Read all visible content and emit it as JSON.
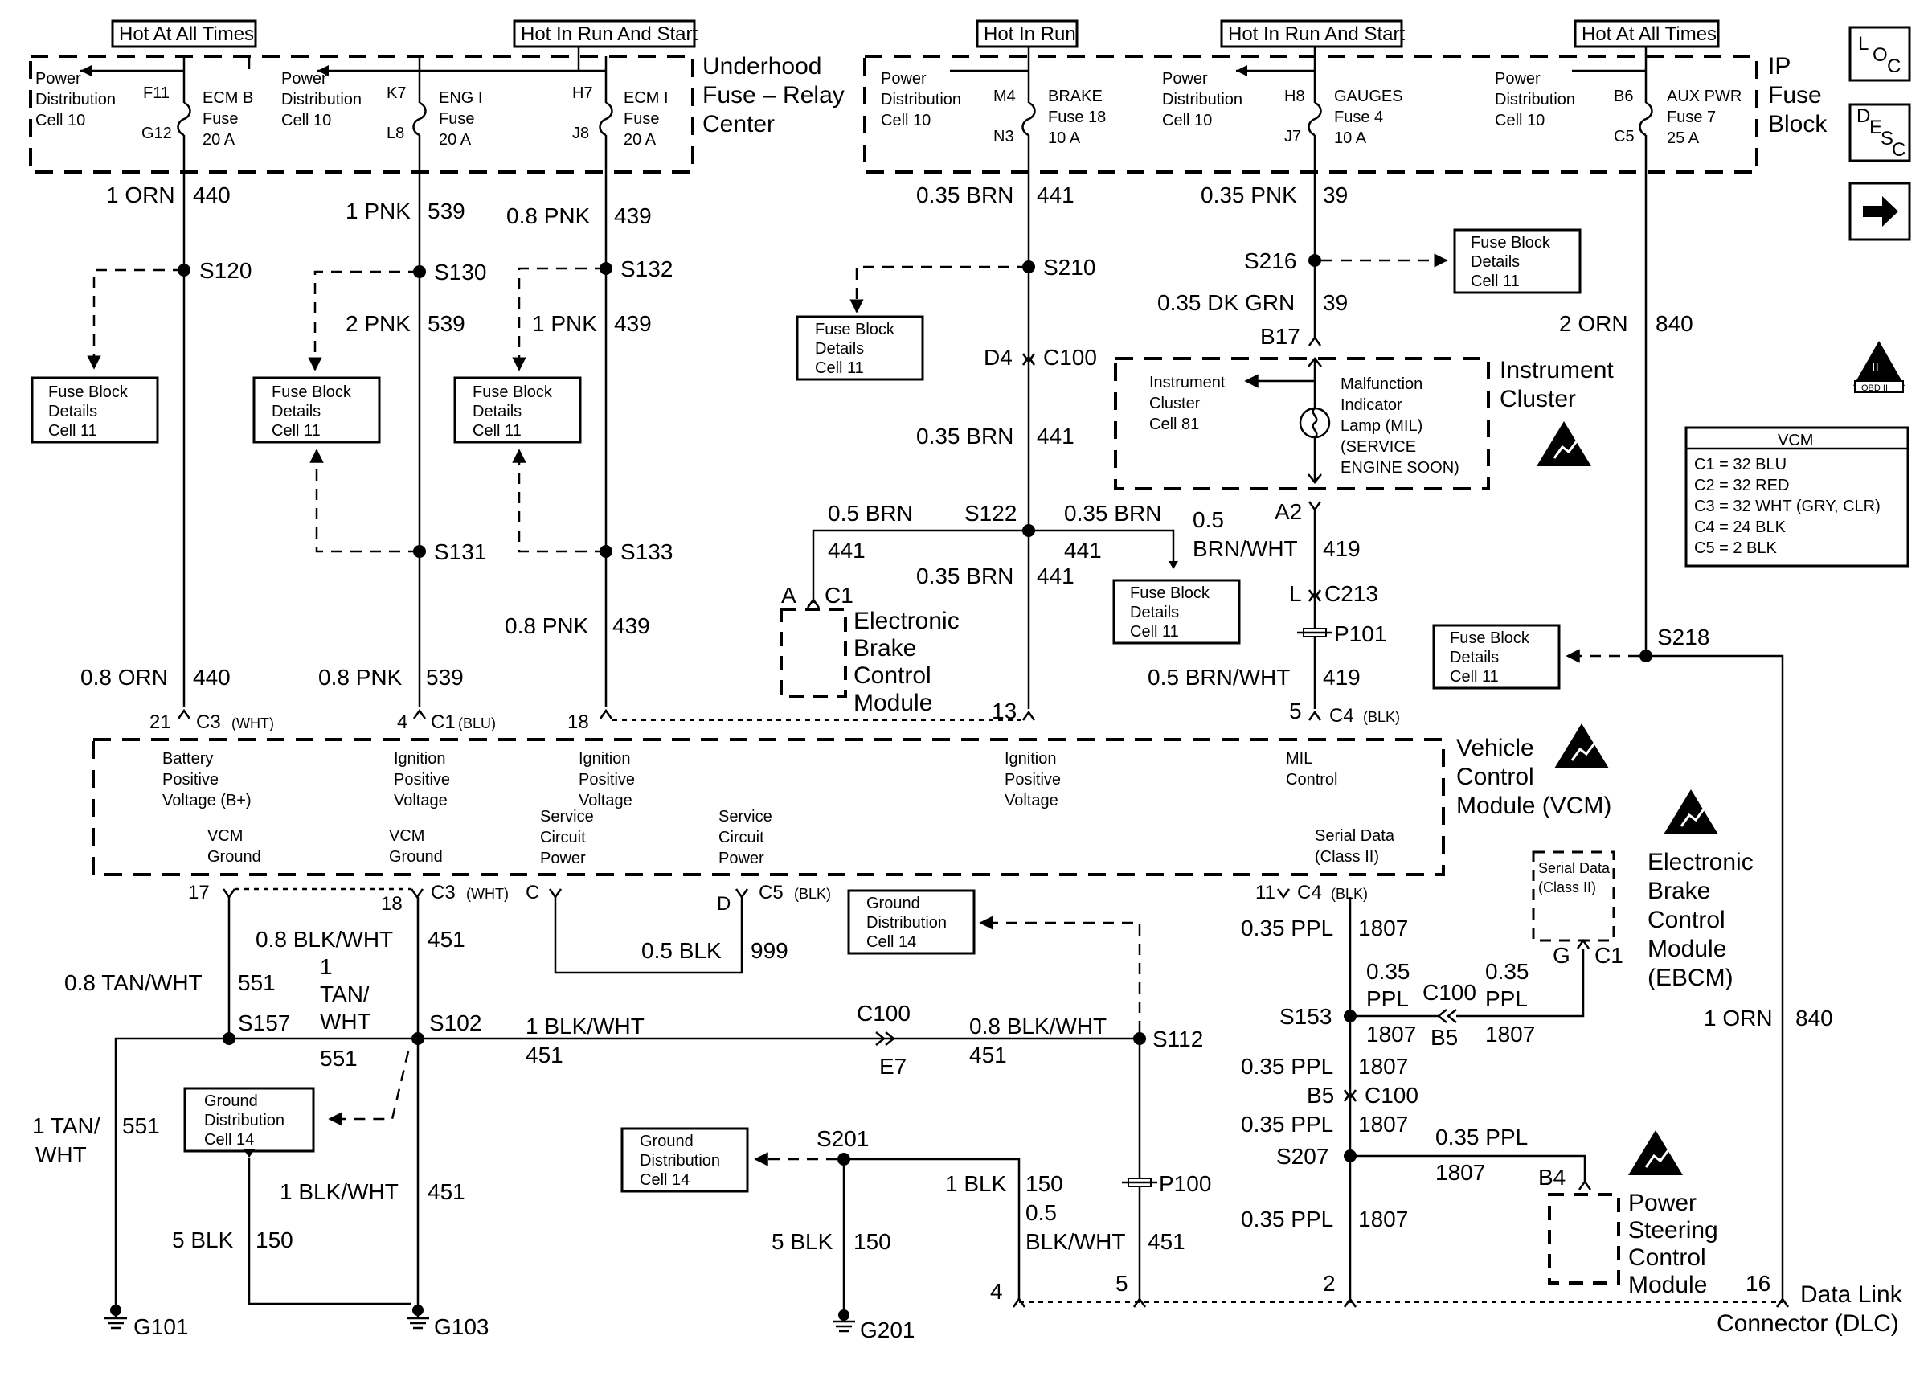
{
  "sources": {
    "hot_all_left": "Hot At All Times",
    "hot_run_start_left": "Hot In Run And Start",
    "hot_run": "Hot In Run",
    "hot_run_start_right": "Hot In Run And Start",
    "hot_all_right": "Hot At All Times"
  },
  "underhood": {
    "title_1": "Underhood",
    "title_2": "Fuse – Relay",
    "title_3": "Center",
    "pd_1": "Power",
    "pd_2": "Distribution",
    "pd_3": "Cell 10",
    "fuse1": {
      "top": "F11",
      "bottom": "G12",
      "name": "ECM B",
      "kind": "Fuse",
      "amps": "20 A"
    },
    "fuse2": {
      "top": "K7",
      "bottom": "L8",
      "name": "ENG I",
      "kind": "Fuse",
      "amps": "20 A"
    },
    "fuse3": {
      "top": "H7",
      "bottom": "J8",
      "name": "ECM I",
      "kind": "Fuse",
      "amps": "20 A"
    }
  },
  "ip_block": {
    "title_1": "IP",
    "title_2": "Fuse",
    "title_3": "Block",
    "fuse1": {
      "top": "M4",
      "bottom": "N3",
      "name": "BRAKE",
      "kind": "Fuse 18",
      "amps": "10 A"
    },
    "fuse2": {
      "top": "H8",
      "bottom": "J7",
      "name": "GAUGES",
      "kind": "Fuse 4",
      "amps": "10 A"
    },
    "fuse3": {
      "top": "B6",
      "bottom": "C5",
      "name": "AUX PWR",
      "kind": "Fuse 7",
      "amps": "25 A"
    }
  },
  "wires": {
    "w1": "1 ORN",
    "c440": "440",
    "w2": "1 PNK",
    "c539": "539",
    "w3": "0.8 PNK",
    "c439": "439",
    "w4": "2 PNK",
    "w5": "1 PNK",
    "w6": "0.8 PNK",
    "w7": "0.8 ORN",
    "w8": "0.8 PNK",
    "w9": "0.35 BRN",
    "c441": "441",
    "w10": "0.35 PNK",
    "c39": "39",
    "w11": "0.35 DK GRN",
    "w12": "2 ORN",
    "c840": "840",
    "w13": "0.35 BRN",
    "w14": "0.5 BRN",
    "w15": "0.35 BRN",
    "w16": "0.35 BRN",
    "w17a": "0.5",
    "w17b": "BRN/WHT",
    "c419": "419",
    "w18": "0.5 BRN/WHT",
    "w19": "0.8 BLK/WHT",
    "c451": "451",
    "w20": "0.8 TAN/WHT",
    "c551": "551",
    "w21a": "1",
    "w21b": "TAN/",
    "w21c": "WHT",
    "w22": "1 BLK/WHT",
    "w23": "0.8 BLK/WHT",
    "w24": "0.5 BLK",
    "c999": "999",
    "w25a": "1 TAN/",
    "w25b": "WHT",
    "w26": "1 BLK/WHT",
    "w27": "5 BLK",
    "c150": "150",
    "w28": "5 BLK",
    "w29": "1 BLK",
    "w30a": "0.5",
    "w30b": "BLK/WHT",
    "w31": "0.35 PPL",
    "c1807": "1807",
    "w32a": "0.35",
    "w32b": "PPL",
    "w33a": "0.35",
    "w33b": "PPL",
    "w34": "0.35 PPL",
    "w35": "0.35 PPL",
    "w36": "0.35 PPL",
    "w37": "0.35 PPL",
    "w38": "1 ORN"
  },
  "splices": {
    "s120": "S120",
    "s130": "S130",
    "s132": "S132",
    "s131": "S131",
    "s133": "S133",
    "s210": "S210",
    "s216": "S216",
    "s122": "S122",
    "s218": "S218",
    "s157": "S157",
    "s102": "S102",
    "s112": "S112",
    "s201": "S201",
    "s153": "S153",
    "s207": "S207"
  },
  "connectors": {
    "c3_21": "21",
    "c3": "C3",
    "wht": "(WHT)",
    "c1_4": "4",
    "c1": "C1",
    "blu": "(BLU)",
    "pin18": "18",
    "pin13": "13",
    "c4_5": "5",
    "c4": "C4",
    "blk": "(BLK)",
    "d4": "D4",
    "c100": "C100",
    "b17": "B17",
    "a2": "A2",
    "l": "L",
    "c213": "C213",
    "p101": "P101",
    "a": "A",
    "ebcm_c1": "C1",
    "pin17": "17",
    "pin18b": "18",
    "c3b": "C3",
    "whtb": "(WHT)",
    "pinC": "C",
    "pinD": "D",
    "c5": "C5",
    "blkc5": "(BLK)",
    "pin11": "11",
    "c4b": "C4",
    "blkb": "(BLK)",
    "c100b": "C100",
    "e7": "E7",
    "c100c": "C100",
    "b5": "B5",
    "b5b": "B5",
    "c100d": "C100",
    "g": "G",
    "c1b": "C1",
    "b4": "B4",
    "p100": "P100",
    "dlc4": "4",
    "dlc5": "5",
    "dlc2": "2",
    "dlc16": "16"
  },
  "fuse_details": {
    "l1": "Fuse Block",
    "l2": "Details",
    "l3": "Cell 11"
  },
  "ground_dist": {
    "l1": "Ground",
    "l2": "Distribution",
    "l3": "Cell 14"
  },
  "cluster": {
    "title_1": "Instrument",
    "title_2": "Cluster",
    "ref_1": "Instrument",
    "ref_2": "Cluster",
    "ref_3": "Cell 81",
    "mil_1": "Malfunction",
    "mil_2": "Indicator",
    "mil_3": "Lamp (MIL)",
    "mil_4": "(SERVICE",
    "mil_5": "ENGINE SOON)"
  },
  "ebcm_small": {
    "l1": "Electronic",
    "l2": "Brake",
    "l3": "Control",
    "l4": "Module"
  },
  "vcm": {
    "title_1": "Vehicle",
    "title_2": "Control",
    "title_3": "Module (VCM)",
    "batt_1": "Battery",
    "batt_2": "Positive",
    "batt_3": "Voltage (B+)",
    "ign1_1": "Ignition",
    "ign1_2": "Positive",
    "ign1_3": "Voltage",
    "ign2_1": "Ignition",
    "ign2_2": "Positive",
    "ign2_3": "Voltage",
    "ign3_1": "Ignition",
    "ign3_2": "Positive",
    "ign3_3": "Voltage",
    "mil_1": "MIL",
    "mil_2": "Control",
    "gnd1_1": "VCM",
    "gnd1_2": "Ground",
    "gnd2_1": "VCM",
    "gnd2_2": "Ground",
    "scp1_1": "Service",
    "scp1_2": "Circuit",
    "scp1_3": "Power",
    "scp2_1": "Service",
    "scp2_2": "Circuit",
    "scp2_3": "Power",
    "ser_1": "Serial Data",
    "ser_2": "(Class II)"
  },
  "vcm_legend": {
    "title": "VCM",
    "r1": "C1 = 32 BLU",
    "r2": "C2 = 32 RED",
    "r3": "C3 = 32 WHT (GRY, CLR)",
    "r4": "C4 = 24 BLK",
    "r5": "C5 = 2 BLK"
  },
  "ebcm": {
    "title_1": "Electronic",
    "title_2": "Brake",
    "title_3": "Control",
    "title_4": "Module",
    "title_5": "(EBCM)",
    "ser_1": "Serial Data",
    "ser_2": "(Class II)"
  },
  "pscm": {
    "l1": "Power",
    "l2": "Steering",
    "l3": "Control",
    "l4": "Module"
  },
  "dlc": {
    "l1": "Data Link",
    "l2": "Connector (DLC)"
  },
  "grounds": {
    "g101": "G101",
    "g103": "G103",
    "g201": "G201"
  },
  "side_icons": {
    "loc_l": "L",
    "loc_o": "O",
    "loc_c": "C",
    "desc_d": "D",
    "desc_e": "E",
    "desc_s": "S",
    "desc_c": "C",
    "obd_1": "II",
    "obd_2": "OBD II"
  }
}
